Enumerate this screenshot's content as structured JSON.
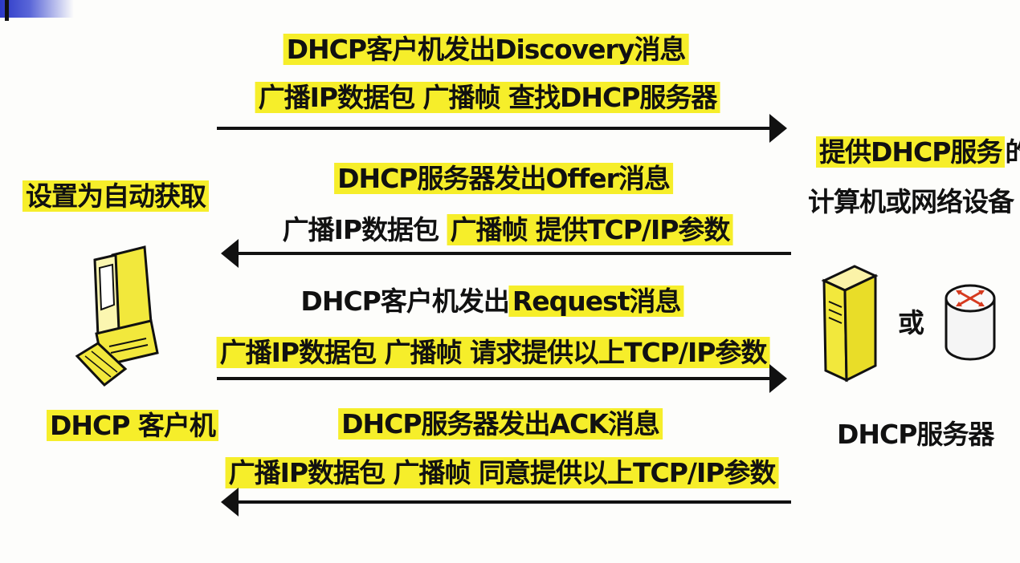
{
  "flow": {
    "discover": {
      "line1": "DHCP客户机发出Discovery消息",
      "line2": "广播IP数据包 广播帧 查找DHCP服务器"
    },
    "offer": {
      "line1": "DHCP服务器发出Offer消息",
      "line2a": "广播IP数据包 ",
      "line2b": "广播帧 提供TCP/IP参数"
    },
    "request": {
      "line1a": "DHCP客户机发出",
      "line1b": "Request消息",
      "line2": "广播IP数据包 广播帧 请求提供以上TCP/IP参数"
    },
    "ack": {
      "line1": "DHCP服务器发出ACK消息",
      "line2": "广播IP数据包 广播帧 同意提供以上TCP/IP参数"
    }
  },
  "client": {
    "caption": "设置为自动获取",
    "label": "DHCP 客户机"
  },
  "server": {
    "caption_line1_a": "提供DHCP服务",
    "caption_line1_b": "的",
    "caption_line2": "计算机或网络设备",
    "or_text": "或",
    "label": "DHCP服务器"
  },
  "colors": {
    "highlight": "#f6ee2a",
    "line": "#111111",
    "accent": "#2b39c8"
  },
  "icons": [
    "client-computer-icon",
    "server-tower-icon",
    "router-icon"
  ]
}
